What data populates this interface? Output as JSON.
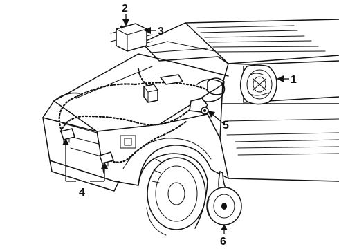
{
  "callouts": [
    {
      "id": "1",
      "label": "1",
      "part": "airbag-module"
    },
    {
      "id": "2",
      "label": "2",
      "part": "sensor-module"
    },
    {
      "id": "3",
      "label": "3",
      "part": "sensor-bracket"
    },
    {
      "id": "4",
      "label": "4",
      "part": "front-impact-sensors"
    },
    {
      "id": "5",
      "label": "5",
      "part": "clock-spring"
    },
    {
      "id": "6",
      "label": "6",
      "part": "horn"
    }
  ],
  "colors": {
    "ink": "#111111",
    "paper": "#ffffff"
  }
}
